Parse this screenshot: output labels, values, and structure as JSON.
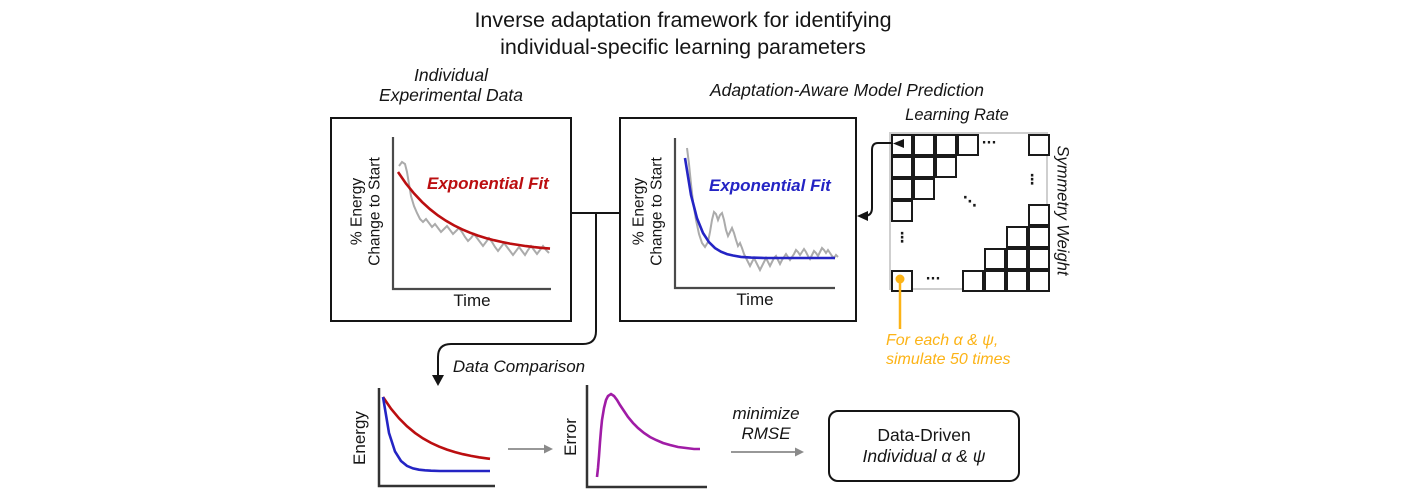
{
  "title": {
    "line1": "Inverse adaptation framework for identifying",
    "line2": "individual-specific learning parameters"
  },
  "experimental_panel": {
    "label_line1": "Individual",
    "label_line2": "Experimental Data",
    "fit_label": "Exponential Fit",
    "y_axis_line1": "% Energy",
    "y_axis_line2": "Change to Start",
    "x_axis": "Time",
    "fit_color": "#bb0e10",
    "data_color": "#ababab"
  },
  "model_panel": {
    "label": "Adaptation-Aware Model Prediction",
    "fit_label": "Exponential Fit",
    "y_axis_line1": "% Energy",
    "y_axis_line2": "Change to Start",
    "x_axis": "Time",
    "fit_color": "#2424c4",
    "data_color": "#ababab"
  },
  "parameter_grid": {
    "x_label": "Learning Rate",
    "y_label": "Symmetry Weight",
    "dots_horizontal": "···",
    "dots_vertical": "⋮",
    "dots_diagonal": "⋱",
    "note_line1": "For each α & ψ,",
    "note_line2": "simulate 50 times",
    "note_color": "#fcb316"
  },
  "comparison": {
    "label": "Data Comparison",
    "energy_axis": "Energy",
    "error_axis": "Error",
    "minimize_line1": "minimize",
    "minimize_line2": "RMSE",
    "error_color": "#a01ca6"
  },
  "result": {
    "line1": "Data-Driven",
    "line2": "Individual α & ψ"
  }
}
